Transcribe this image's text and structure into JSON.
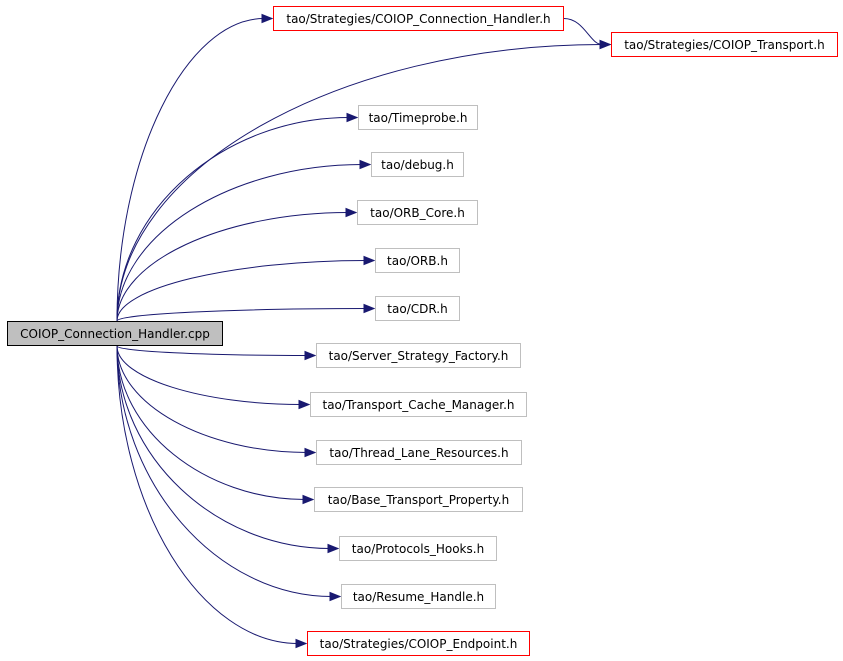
{
  "colors": {
    "edge": "#191970",
    "border_default": "#bfbfbf",
    "border_highlight": "#ff0000",
    "root_fill": "#bfbfbf"
  },
  "root": {
    "label": "COIOP_Connection_Handler.cpp"
  },
  "nodes": [
    {
      "id": "coiop_connection_handler_h",
      "label": "tao/Strategies/COIOP_Connection_Handler.h",
      "style": "red"
    },
    {
      "id": "coiop_transport_h",
      "label": "tao/Strategies/COIOP_Transport.h",
      "style": "red"
    },
    {
      "id": "timeprobe_h",
      "label": "tao/Timeprobe.h",
      "style": "plain"
    },
    {
      "id": "debug_h",
      "label": "tao/debug.h",
      "style": "plain"
    },
    {
      "id": "orb_core_h",
      "label": "tao/ORB_Core.h",
      "style": "plain"
    },
    {
      "id": "orb_h",
      "label": "tao/ORB.h",
      "style": "plain"
    },
    {
      "id": "cdr_h",
      "label": "tao/CDR.h",
      "style": "plain"
    },
    {
      "id": "server_strategy_factory_h",
      "label": "tao/Server_Strategy_Factory.h",
      "style": "plain"
    },
    {
      "id": "transport_cache_manager_h",
      "label": "tao/Transport_Cache_Manager.h",
      "style": "plain"
    },
    {
      "id": "thread_lane_resources_h",
      "label": "tao/Thread_Lane_Resources.h",
      "style": "plain"
    },
    {
      "id": "base_transport_property_h",
      "label": "tao/Base_Transport_Property.h",
      "style": "plain"
    },
    {
      "id": "protocols_hooks_h",
      "label": "tao/Protocols_Hooks.h",
      "style": "plain"
    },
    {
      "id": "resume_handle_h",
      "label": "tao/Resume_Handle.h",
      "style": "plain"
    },
    {
      "id": "coiop_endpoint_h",
      "label": "tao/Strategies/COIOP_Endpoint.h",
      "style": "red"
    }
  ],
  "edges": [
    {
      "from": "root",
      "to": "coiop_connection_handler_h"
    },
    {
      "from": "root",
      "to": "coiop_transport_h"
    },
    {
      "from": "coiop_connection_handler_h",
      "to": "coiop_transport_h"
    },
    {
      "from": "root",
      "to": "timeprobe_h"
    },
    {
      "from": "root",
      "to": "debug_h"
    },
    {
      "from": "root",
      "to": "orb_core_h"
    },
    {
      "from": "root",
      "to": "orb_h"
    },
    {
      "from": "root",
      "to": "cdr_h"
    },
    {
      "from": "root",
      "to": "server_strategy_factory_h"
    },
    {
      "from": "root",
      "to": "transport_cache_manager_h"
    },
    {
      "from": "root",
      "to": "thread_lane_resources_h"
    },
    {
      "from": "root",
      "to": "base_transport_property_h"
    },
    {
      "from": "root",
      "to": "protocols_hooks_h"
    },
    {
      "from": "root",
      "to": "resume_handle_h"
    },
    {
      "from": "root",
      "to": "coiop_endpoint_h"
    }
  ]
}
